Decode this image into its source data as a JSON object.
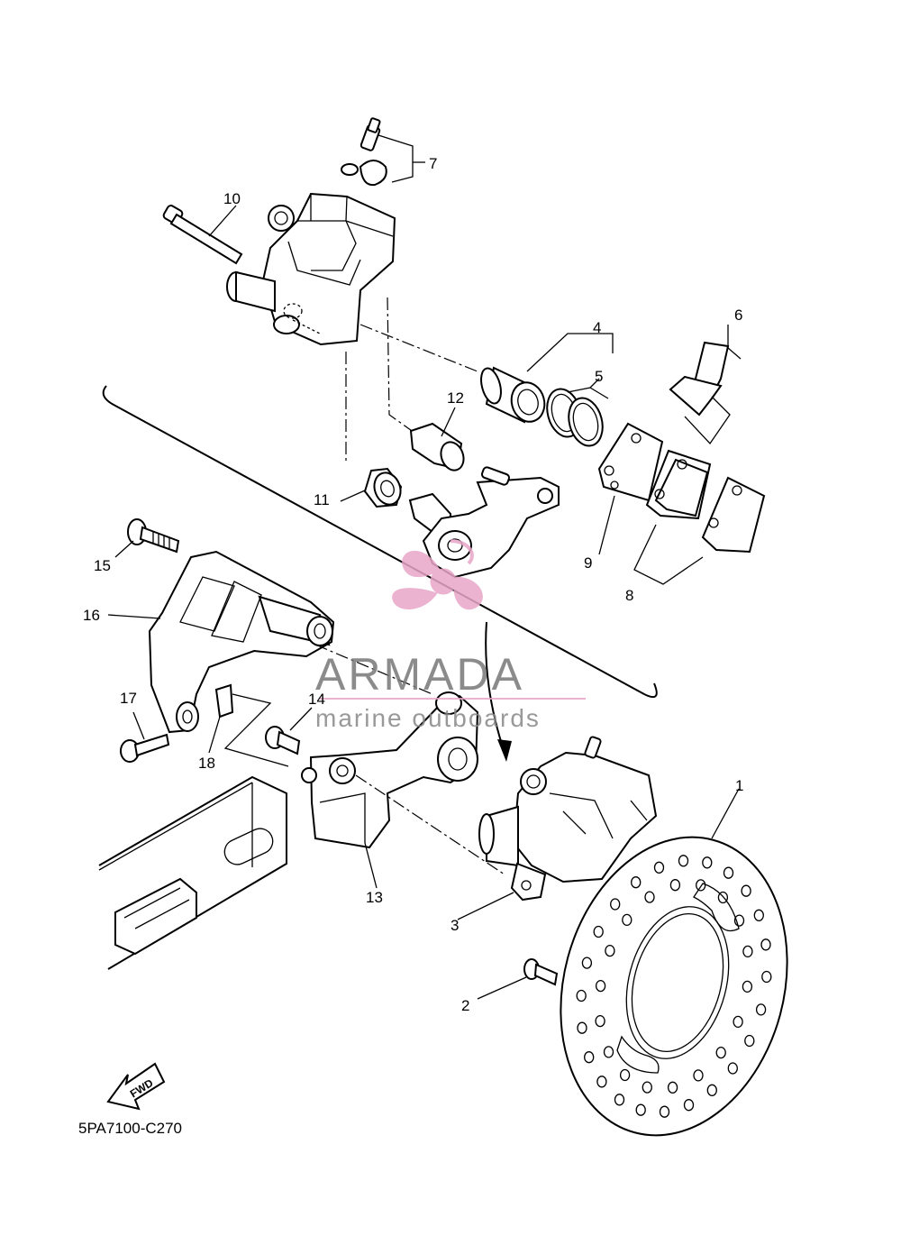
{
  "diagram_code": "5PA7100-C270",
  "watermark": {
    "brand": "ARMADA",
    "tagline": "marine outboards",
    "logo_icon": "propeller-icon",
    "color": "#e8a6c8"
  },
  "fwd_label": "FWD",
  "callouts": [
    {
      "id": "1",
      "text": "1"
    },
    {
      "id": "2",
      "text": "2"
    },
    {
      "id": "3",
      "text": "3"
    },
    {
      "id": "4",
      "text": "4"
    },
    {
      "id": "5",
      "text": "5"
    },
    {
      "id": "6",
      "text": "6"
    },
    {
      "id": "7",
      "text": "7"
    },
    {
      "id": "8",
      "text": "8"
    },
    {
      "id": "9",
      "text": "9"
    },
    {
      "id": "10",
      "text": "10"
    },
    {
      "id": "11",
      "text": "11"
    },
    {
      "id": "12",
      "text": "12"
    },
    {
      "id": "13",
      "text": "13"
    },
    {
      "id": "14",
      "text": "14"
    },
    {
      "id": "15",
      "text": "15"
    },
    {
      "id": "16",
      "text": "16"
    },
    {
      "id": "17",
      "text": "17"
    },
    {
      "id": "18",
      "text": "18"
    }
  ]
}
